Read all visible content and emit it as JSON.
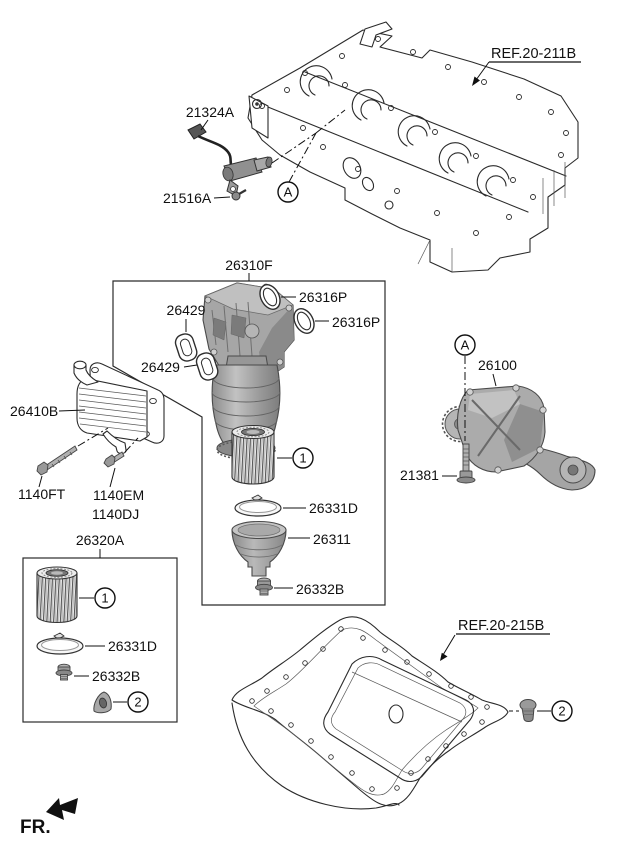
{
  "diagram": {
    "fr_label": "FR.",
    "refs": {
      "engine_block": "REF.20-211B",
      "oil_pan": "REF.20-215B"
    },
    "callouts": {
      "a": "A",
      "one": "1",
      "two": "2"
    },
    "parts": {
      "p21324A": "21324A",
      "p21516A": "21516A",
      "p26310F": "26310F",
      "p26316P": "26316P",
      "p26429": "26429",
      "p26410B": "26410B",
      "p1140FT": "1140FT",
      "p1140EM": "1140EM",
      "p1140DJ": "1140DJ",
      "p26320A": "26320A",
      "p26331D": "26331D",
      "p26311": "26311",
      "p26332B": "26332B",
      "p26100": "26100",
      "p21381": "21381"
    }
  }
}
